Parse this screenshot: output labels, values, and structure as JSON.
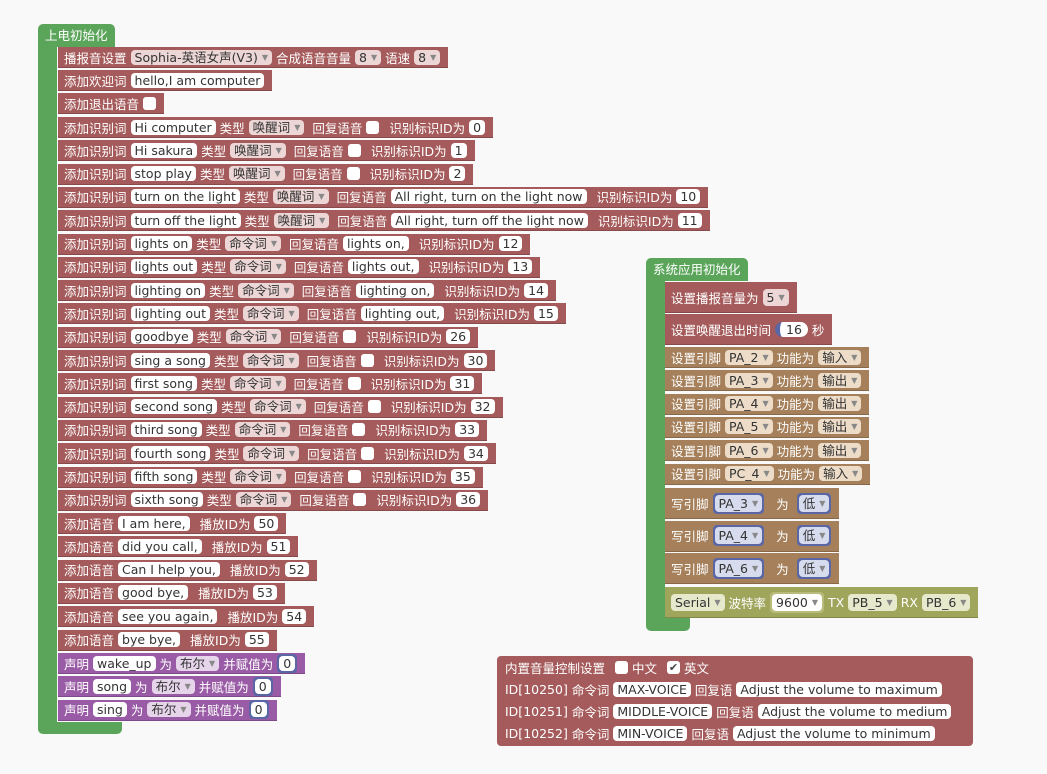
{
  "main": {
    "hat": "上电初始化",
    "broadcast": {
      "label": "播报音设置",
      "voice": "Sophia-英语女声(V3)",
      "volume_label": "合成语音音量",
      "volume": "8",
      "speed_label": "语速",
      "speed": "8"
    },
    "welcome": {
      "label": "添加欢迎词",
      "text": "hello,I am computer"
    },
    "exit_voice": {
      "label": "添加退出语音"
    },
    "recog_rows": [
      {
        "label": "添加识别词",
        "word": "Hi computer",
        "type_label": "类型",
        "type": "唤醒词",
        "reply_label": "回复语音",
        "reply": "",
        "id_label": "识别标识ID为",
        "id": "0"
      },
      {
        "label": "添加识别词",
        "word": "Hi sakura",
        "type_label": "类型",
        "type": "唤醒词",
        "reply_label": "回复语音",
        "reply": "",
        "id_label": "识别标识ID为",
        "id": "1"
      },
      {
        "label": "添加识别词",
        "word": "stop play",
        "type_label": "类型",
        "type": "唤醒词",
        "reply_label": "回复语音",
        "reply": "",
        "id_label": "识别标识ID为",
        "id": "2"
      },
      {
        "label": "添加识别词",
        "word": "turn on the light",
        "type_label": "类型",
        "type": "唤醒词",
        "reply_label": "回复语音",
        "reply": "All right, turn on the light now",
        "id_label": "识别标识ID为",
        "id": "10"
      },
      {
        "label": "添加识别词",
        "word": "turn off the light",
        "type_label": "类型",
        "type": "唤醒词",
        "reply_label": "回复语音",
        "reply": "All right, turn off the light now",
        "id_label": "识别标识ID为",
        "id": "11"
      },
      {
        "label": "添加识别词",
        "word": "lights on",
        "type_label": "类型",
        "type": "命令词",
        "reply_label": "回复语音",
        "reply": "lights on,",
        "id_label": "识别标识ID为",
        "id": "12"
      },
      {
        "label": "添加识别词",
        "word": "lights out",
        "type_label": "类型",
        "type": "命令词",
        "reply_label": "回复语音",
        "reply": "lights out,",
        "id_label": "识别标识ID为",
        "id": "13"
      },
      {
        "label": "添加识别词",
        "word": "lighting on",
        "type_label": "类型",
        "type": "命令词",
        "reply_label": "回复语音",
        "reply": "lighting on,",
        "id_label": "识别标识ID为",
        "id": "14"
      },
      {
        "label": "添加识别词",
        "word": "lighting out",
        "type_label": "类型",
        "type": "命令词",
        "reply_label": "回复语音",
        "reply": "lighting out,",
        "id_label": "识别标识ID为",
        "id": "15"
      },
      {
        "label": "添加识别词",
        "word": "goodbye",
        "type_label": "类型",
        "type": "命令词",
        "reply_label": "回复语音",
        "reply": "",
        "id_label": "识别标识ID为",
        "id": "26"
      },
      {
        "label": "添加识别词",
        "word": "sing a song",
        "type_label": "类型",
        "type": "命令词",
        "reply_label": "回复语音",
        "reply": "",
        "id_label": "识别标识ID为",
        "id": "30"
      },
      {
        "label": "添加识别词",
        "word": "first song",
        "type_label": "类型",
        "type": "命令词",
        "reply_label": "回复语音",
        "reply": "",
        "id_label": "识别标识ID为",
        "id": "31"
      },
      {
        "label": "添加识别词",
        "word": "second song",
        "type_label": "类型",
        "type": "命令词",
        "reply_label": "回复语音",
        "reply": "",
        "id_label": "识别标识ID为",
        "id": "32"
      },
      {
        "label": "添加识别词",
        "word": "third song",
        "type_label": "类型",
        "type": "命令词",
        "reply_label": "回复语音",
        "reply": "",
        "id_label": "识别标识ID为",
        "id": "33"
      },
      {
        "label": "添加识别词",
        "word": "fourth song",
        "type_label": "类型",
        "type": "命令词",
        "reply_label": "回复语音",
        "reply": "",
        "id_label": "识别标识ID为",
        "id": "34"
      },
      {
        "label": "添加识别词",
        "word": "fifth song",
        "type_label": "类型",
        "type": "命令词",
        "reply_label": "回复语音",
        "reply": "",
        "id_label": "识别标识ID为",
        "id": "35"
      },
      {
        "label": "添加识别词",
        "word": "sixth song",
        "type_label": "类型",
        "type": "命令词",
        "reply_label": "回复语音",
        "reply": "",
        "id_label": "识别标识ID为",
        "id": "36"
      }
    ],
    "voice_rows": [
      {
        "label": "添加语音",
        "text": "I am here,",
        "id_label": "播放ID为",
        "id": "50"
      },
      {
        "label": "添加语音",
        "text": "did you call,",
        "id_label": "播放ID为",
        "id": "51"
      },
      {
        "label": "添加语音",
        "text": "Can I help you,",
        "id_label": "播放ID为",
        "id": "52"
      },
      {
        "label": "添加语音",
        "text": "good bye,",
        "id_label": "播放ID为",
        "id": "53"
      },
      {
        "label": "添加语音",
        "text": "see you again,",
        "id_label": "播放ID为",
        "id": "54"
      },
      {
        "label": "添加语音",
        "text": "bye bye,",
        "id_label": "播放ID为",
        "id": "55"
      }
    ],
    "declare_rows": [
      {
        "label": "声明",
        "name": "wake_up",
        "as_label": "为",
        "type": "布尔",
        "assign_label": "并赋值为",
        "value": "0"
      },
      {
        "label": "声明",
        "name": "song",
        "as_label": "为",
        "type": "布尔",
        "assign_label": "并赋值为",
        "value": "0"
      },
      {
        "label": "声明",
        "name": "sing",
        "as_label": "为",
        "type": "布尔",
        "assign_label": "并赋值为",
        "value": "0"
      }
    ]
  },
  "sys": {
    "hat": "系统应用初始化",
    "volume": {
      "label": "设置播报音量为",
      "value": "5"
    },
    "wake_exit": {
      "label": "设置唤醒退出时间",
      "value": "16",
      "unit": "秒"
    },
    "pins": [
      {
        "label": "设置引脚",
        "pin": "PA_2",
        "func_label": "功能为",
        "mode": "输入"
      },
      {
        "label": "设置引脚",
        "pin": "PA_3",
        "func_label": "功能为",
        "mode": "输出"
      },
      {
        "label": "设置引脚",
        "pin": "PA_4",
        "func_label": "功能为",
        "mode": "输出"
      },
      {
        "label": "设置引脚",
        "pin": "PA_5",
        "func_label": "功能为",
        "mode": "输出"
      },
      {
        "label": "设置引脚",
        "pin": "PA_6",
        "func_label": "功能为",
        "mode": "输出"
      },
      {
        "label": "设置引脚",
        "pin": "PC_4",
        "func_label": "功能为",
        "mode": "输入"
      }
    ],
    "writes": [
      {
        "label": "写引脚",
        "pin": "PA_3",
        "as_label": "为",
        "level": "低"
      },
      {
        "label": "写引脚",
        "pin": "PA_4",
        "as_label": "为",
        "level": "低"
      },
      {
        "label": "写引脚",
        "pin": "PA_6",
        "as_label": "为",
        "level": "低"
      }
    ],
    "serial": {
      "port": "Serial",
      "baud_label": "波特率",
      "baud": "9600",
      "tx_label": "TX",
      "tx": "PB_5",
      "rx_label": "RX",
      "rx": "PB_6"
    }
  },
  "vol_ctrl": {
    "title": "内置音量控制设置",
    "cn_label": "中文",
    "en_label": "英文",
    "rows": [
      {
        "id": "ID[10250]",
        "cmd_label": "命令词",
        "cmd": "MAX-VOICE",
        "reply_label": "回复语",
        "reply": "Adjust the volume to maximum"
      },
      {
        "id": "ID[10251]",
        "cmd_label": "命令词",
        "cmd": "MIDDLE-VOICE",
        "reply_label": "回复语",
        "reply": "Adjust the volume to medium"
      },
      {
        "id": "ID[10252]",
        "cmd_label": "命令词",
        "cmd": "MIN-VOICE",
        "reply_label": "回复语",
        "reply": "Adjust the volume to minimum"
      }
    ]
  },
  "colors": {
    "event": "#5ba55b",
    "voice": "#a55b5b",
    "variable": "#995ba5",
    "pin": "#a5805b",
    "serial": "#9fa55b",
    "number": "#5b67a5"
  },
  "icons": {
    "dropdown": "triangle-down-icon",
    "checkbox": "checkbox-icon"
  }
}
